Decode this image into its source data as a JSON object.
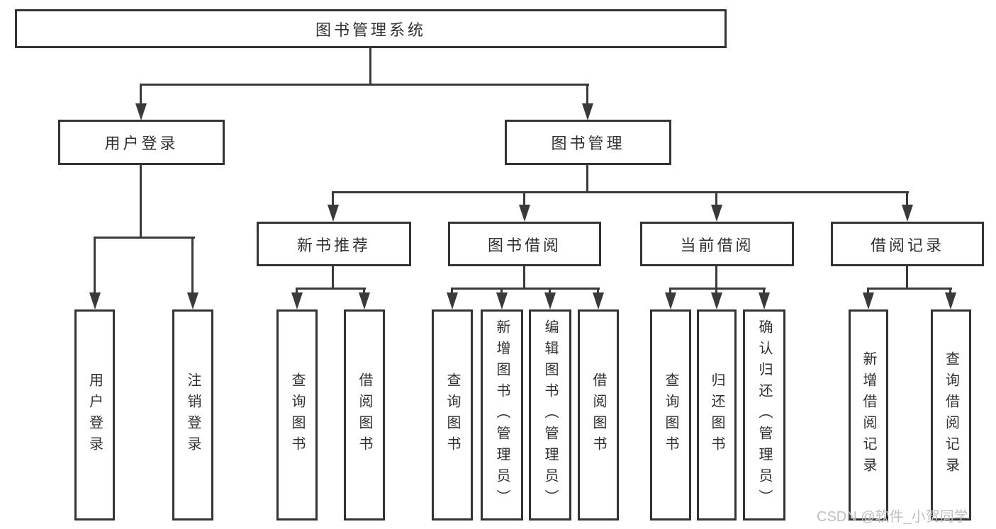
{
  "tree": {
    "label": "图书管理系统",
    "children": [
      {
        "label": "用户登录",
        "children": [
          {
            "label": "用户登录"
          },
          {
            "label": "注销登录"
          }
        ]
      },
      {
        "label": "图书管理",
        "children": [
          {
            "label": "新书推荐",
            "children": [
              {
                "label": "查询图书"
              },
              {
                "label": "借阅图书"
              }
            ]
          },
          {
            "label": "图书借阅",
            "children": [
              {
                "label": "查询图书"
              },
              {
                "label": "新增图书（管理员）"
              },
              {
                "label": "编辑图书（管理员）"
              },
              {
                "label": "借阅图书"
              }
            ]
          },
          {
            "label": "当前借阅",
            "children": [
              {
                "label": "查询图书"
              },
              {
                "label": "归还图书"
              },
              {
                "label": "确认归还（管理员）"
              }
            ]
          },
          {
            "label": "借阅记录",
            "children": [
              {
                "label": "新增借阅记录"
              },
              {
                "label": "查询借阅记录"
              }
            ]
          }
        ]
      }
    ]
  },
  "watermark": {
    "text": "CSDN @软件_小贺同学"
  },
  "colors": {
    "line": "#3a3a3a",
    "box_border": "#333333",
    "text": "#303030",
    "background": "#ffffff",
    "watermark": "#bfbfbf"
  }
}
